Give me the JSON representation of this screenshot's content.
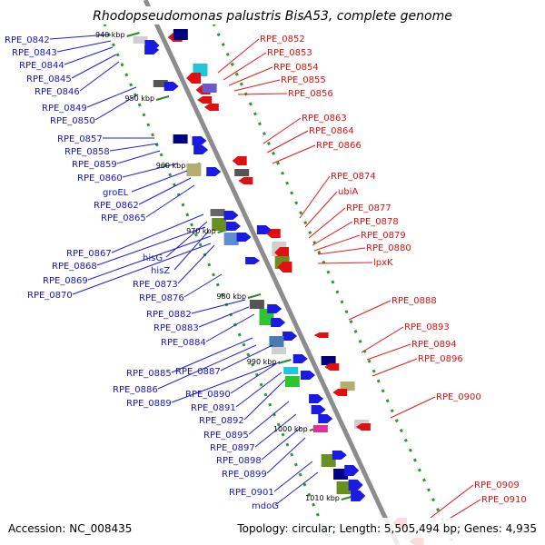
{
  "title": "Rhodopseudomonas palustris BisA53, complete genome",
  "footer": {
    "accession": "Accession: NC_008435",
    "summary": "Topology: circular; Length: 5,505,494 bp; Genes: 4,935"
  },
  "colors": {
    "forward_label": "#1515c8",
    "reverse_label": "#e01010",
    "backbone": "#8c8c8c",
    "ticks": "#2a9a2a"
  },
  "kbp_ticks": [
    "940 kbp",
    "950 kbp",
    "960 kbp",
    "970 kbp",
    "980 kbp",
    "990 kbp",
    "1000 kbp",
    "1010 kbp"
  ],
  "left_labels": [
    "RPE_0842",
    "RPE_0843",
    "RPE_0844",
    "RPE_0845",
    "RPE_0846",
    "RPE_0849",
    "RPE_0850",
    "RPE_0857",
    "RPE_0858",
    "RPE_0859",
    "RPE_0860",
    "groEL",
    "RPE_0862",
    "RPE_0865",
    "RPE_0867",
    "hisG",
    "RPE_0868",
    "hisZ",
    "RPE_0869",
    "RPE_0873",
    "RPE_0870",
    "RPE_0876",
    "RPE_0882",
    "RPE_0883",
    "RPE_0884",
    "RPE_0885",
    "RPE_0887",
    "RPE_0886",
    "RPE_0890",
    "RPE_0889",
    "RPE_0891",
    "RPE_0892",
    "RPE_0895",
    "RPE_0897",
    "RPE_0898",
    "RPE_0899",
    "RPE_0901",
    "mdoG"
  ],
  "right_labels": [
    "RPE_0852",
    "RPE_0853",
    "RPE_0854",
    "RPE_0855",
    "RPE_0856",
    "RPE_0863",
    "RPE_0864",
    "RPE_0866",
    "RPE_0874",
    "ubiA",
    "RPE_0877",
    "RPE_0878",
    "RPE_0879",
    "RPE_0880",
    "lpxK",
    "RPE_0888",
    "RPE_0893",
    "RPE_0894",
    "RPE_0896",
    "RPE_0900",
    "RPE_0909",
    "RPE_0910"
  ]
}
